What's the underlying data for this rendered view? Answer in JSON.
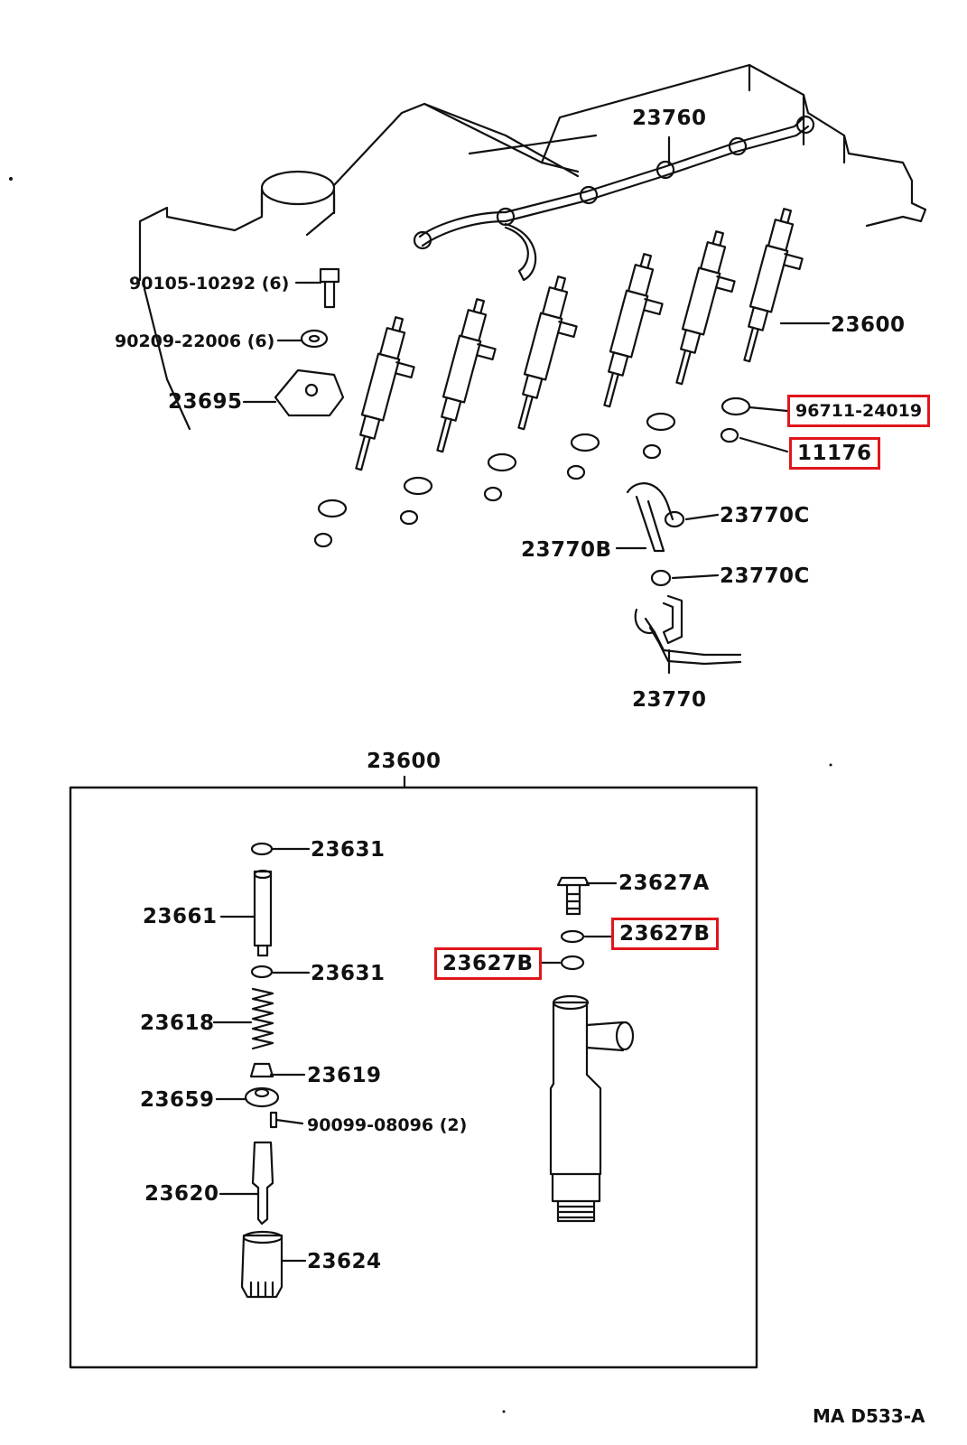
{
  "diagram": {
    "reference_code": "MA  D533-A",
    "upper_labels": {
      "pipe_assy": "23760",
      "bolt": "90105-10292 (6)",
      "washer": "90209-22006 (6)",
      "clamp": "23695",
      "nozzle_holder": "23600",
      "gasket_highlight": "96711-24019",
      "seat_highlight": "11176",
      "clip_upper": "23770C",
      "hose": "23770B",
      "clip_lower": "23770C",
      "leak_pipe": "23770"
    },
    "detail_title": "23600",
    "detail_labels": {
      "washer_top": "23631",
      "pressure_pin": "23661",
      "washer_mid": "23631",
      "spring": "23618",
      "spring_seat": "23619",
      "spacer": "23659",
      "pin": "90099-08096 (2)",
      "nozzle": "23620",
      "retaining_nut": "23624",
      "union_bolt": "23627A",
      "gasket_b_right": "23627B",
      "gasket_b_left": "23627B"
    },
    "highlight_color": "#e0161c"
  }
}
